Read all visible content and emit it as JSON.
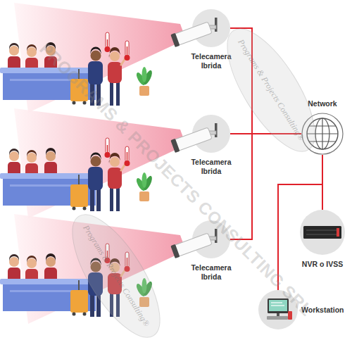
{
  "diagram": {
    "nodes": [
      {
        "text": [
          "Telecamera Ibrida"
        ]
      },
      {
        "text": [
          "Telecamera Ibrida"
        ]
      },
      {
        "text": [
          "Telecamera Ibrida"
        ]
      },
      {
        "text": [
          "Network"
        ]
      },
      {
        "text": [
          "NVR o IVSS"
        ]
      },
      {
        "text": [
          "Workstation"
        ]
      }
    ],
    "edges": [
      {
        "from": 0,
        "to": 3,
        "arrow": "none"
      },
      {
        "from": 1,
        "to": 3,
        "arrow": "none"
      },
      {
        "from": 2,
        "to": 3,
        "arrow": "none"
      },
      {
        "from": 3,
        "to": 4,
        "arrow": "none"
      },
      {
        "from": 3,
        "to": 5,
        "arrow": "none"
      }
    ],
    "labels": [
      "PROGRAMS & PROJECTS CONSULTING SRL",
      "Programs & Projects Consulting®",
      "Programs & Projects Consulting®"
    ]
  }
}
